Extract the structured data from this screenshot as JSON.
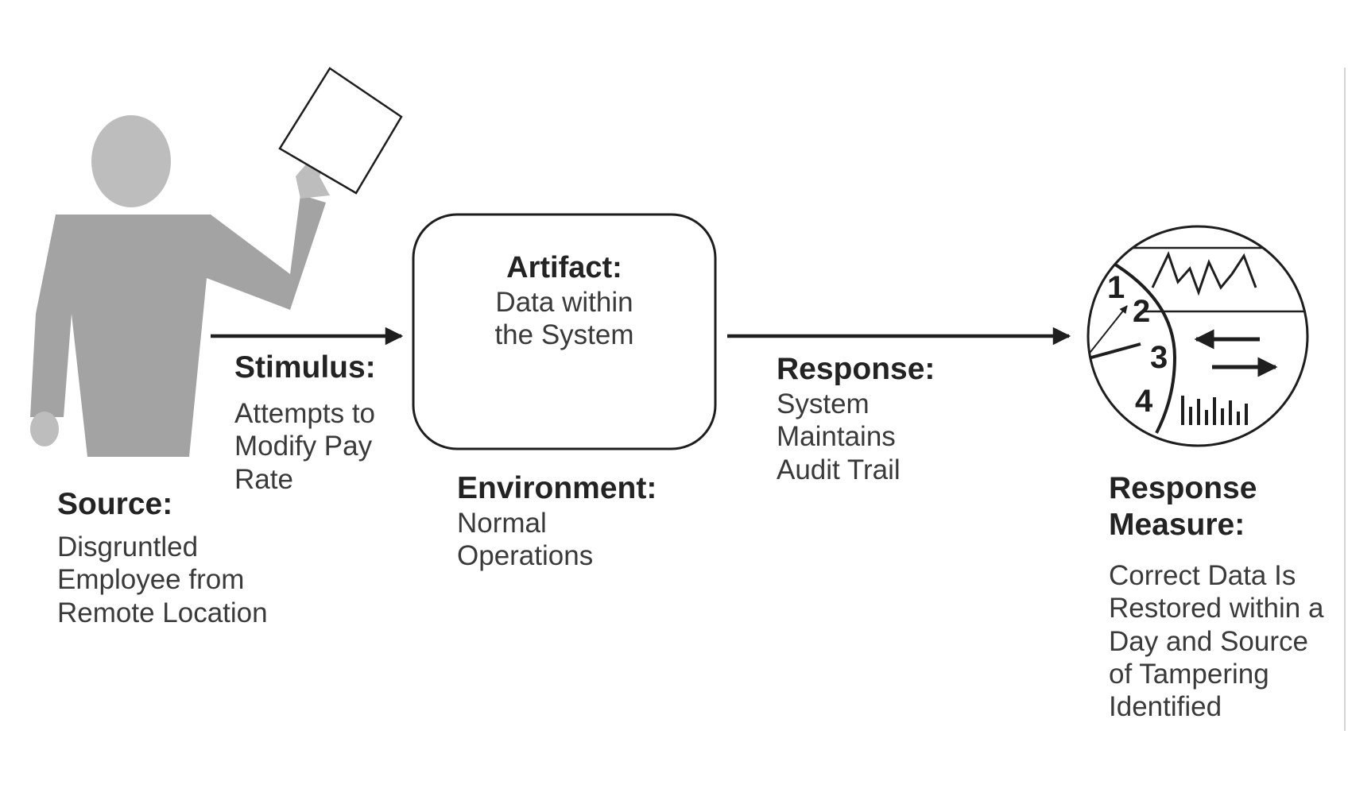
{
  "source": {
    "heading": "Source:",
    "text": "Disgruntled\nEmployee from\nRemote Location"
  },
  "stimulus": {
    "heading": "Stimulus:",
    "text": "Attempts to\nModify Pay\nRate"
  },
  "artifact": {
    "heading": "Artifact:",
    "text": "Data within\nthe System"
  },
  "environment": {
    "heading": "Environment:",
    "text": "Normal\nOperations"
  },
  "response": {
    "heading": "Response:",
    "text": "System\nMaintains\nAudit Trail"
  },
  "response_measure": {
    "heading": "Response\nMeasure:",
    "text": "Correct Data Is\nRestored within a\nDay and Source\nof Tampering\nIdentified"
  },
  "gauge_numbers": [
    "1",
    "2",
    "3",
    "4"
  ],
  "colors": {
    "figure_gray": "#a3a3a3",
    "head_gray": "#bdbdbd",
    "line": "#1e1e1e",
    "text": "#2b2b2b"
  }
}
